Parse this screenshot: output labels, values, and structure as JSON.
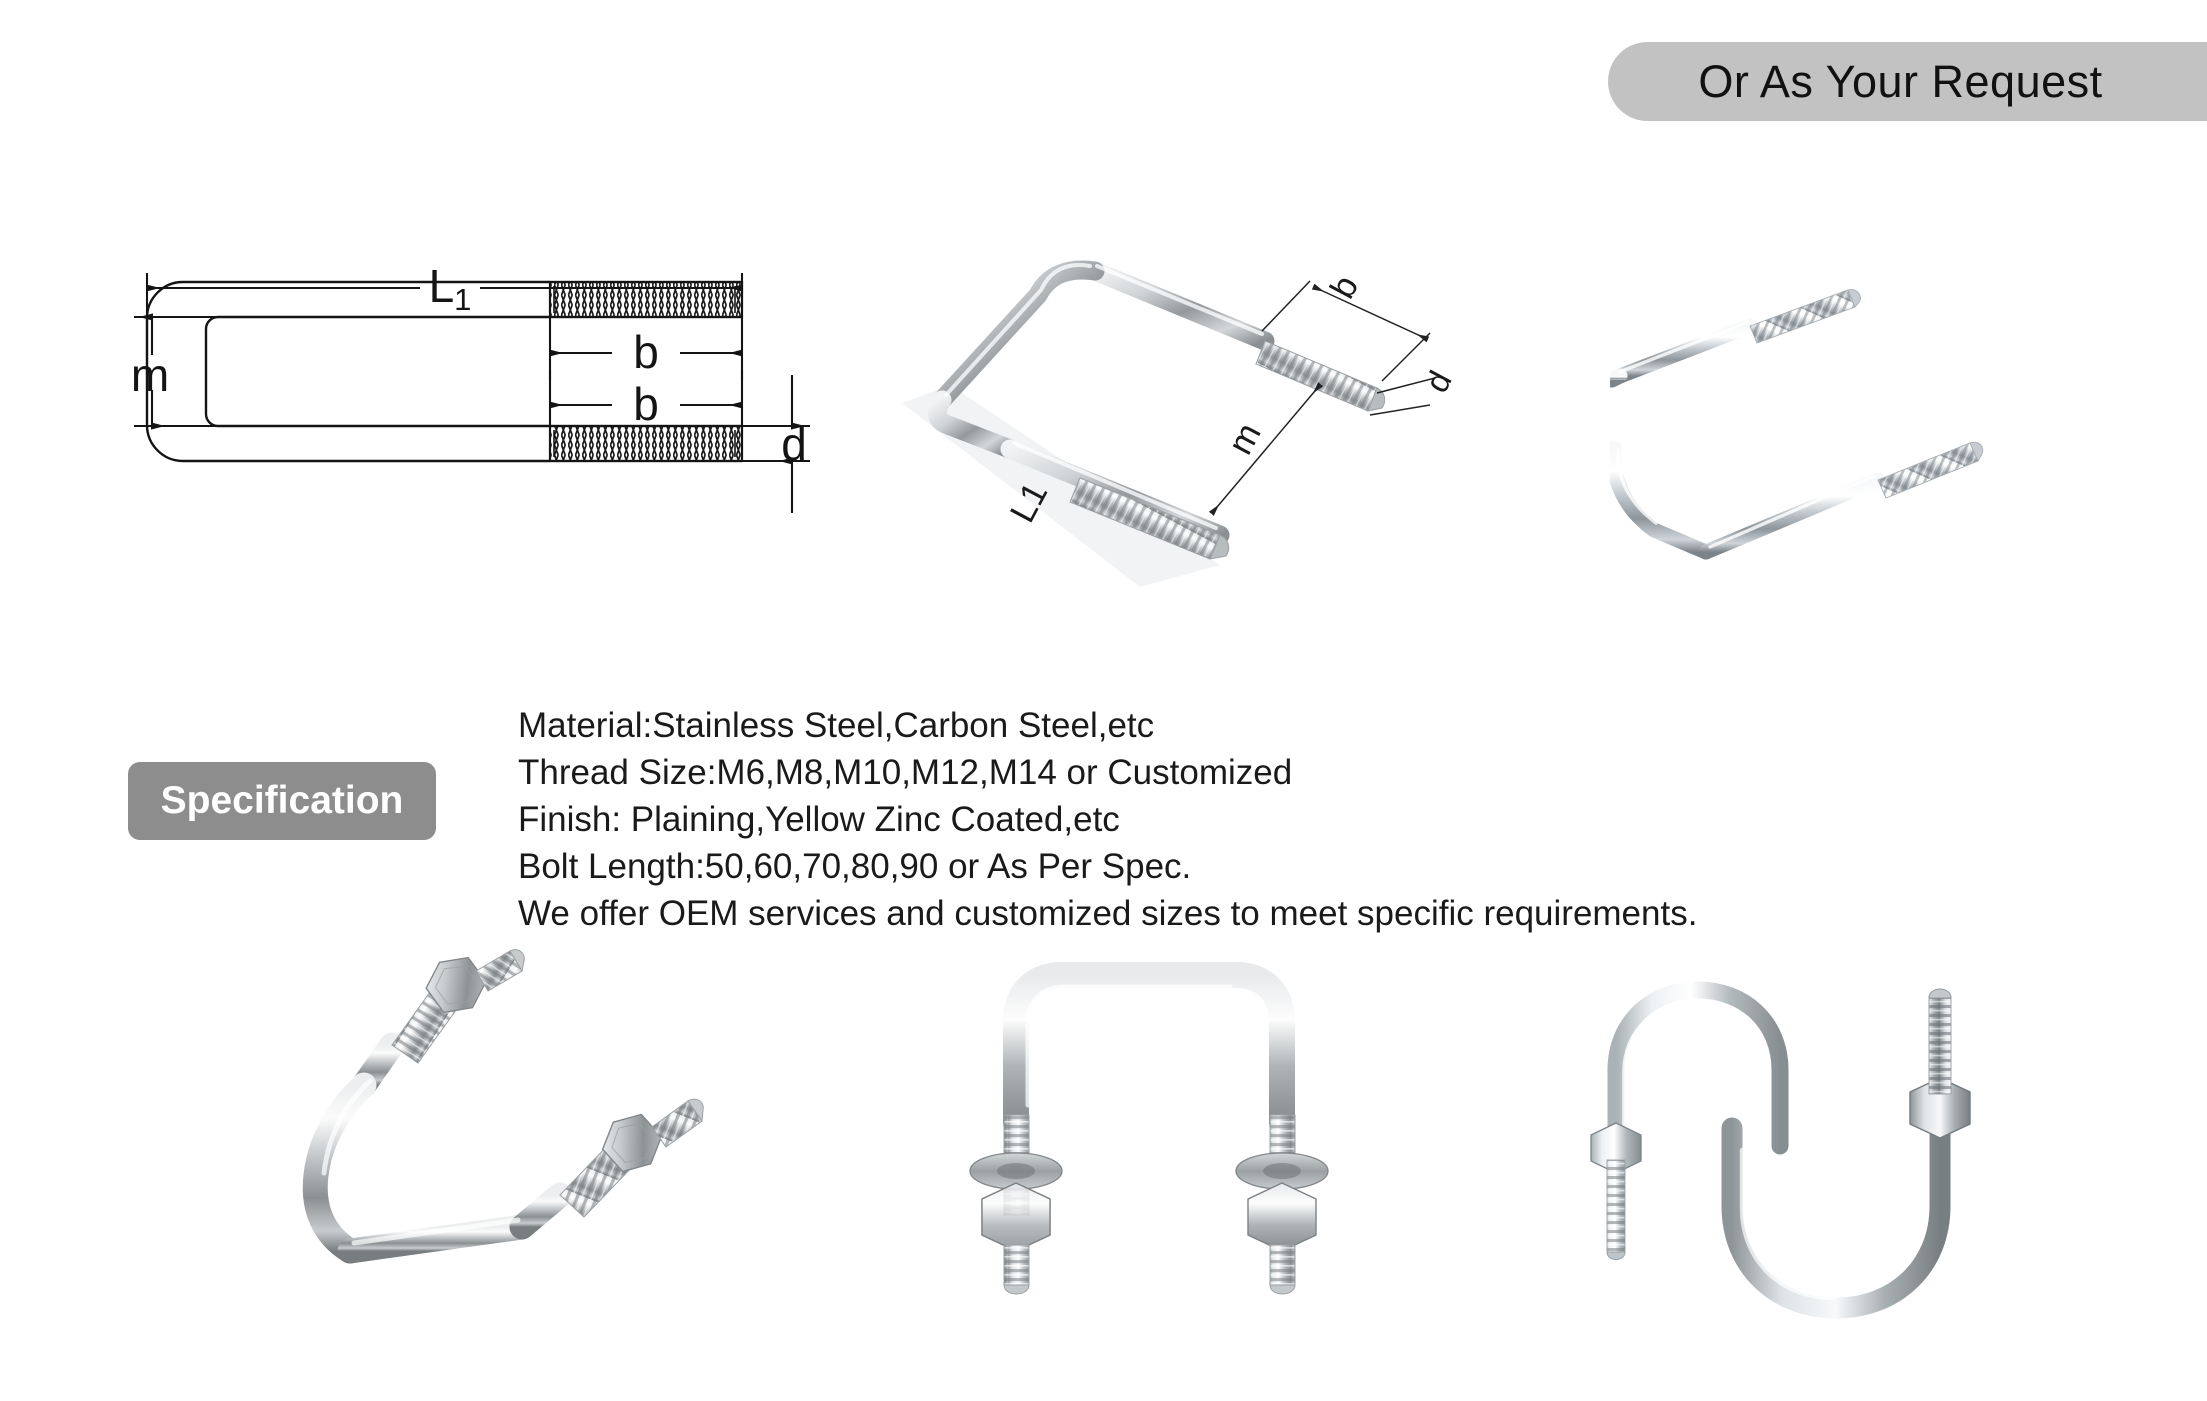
{
  "header": {
    "banner_text": "Or As Your Request",
    "banner_color": "#c2c2c2"
  },
  "specification": {
    "badge_label": "Specification",
    "badge_color": "#8d8d8d",
    "lines": [
      "Material:Stainless Steel,Carbon Steel,etc",
      "Thread Size:M6,M8,M10,M12,M14 or Customized",
      "Finish: Plaining,Yellow Zinc Coated,etc",
      "Bolt Length:50,60,70,80,90 or As Per Spec.",
      "We offer OEM services and customized sizes to meet specific requirements."
    ]
  },
  "technical_drawing": {
    "title": "square-u-bolt-dimension-drawing",
    "dimensions": {
      "overall_length": "L1",
      "overall_length_sub": "1",
      "overall_length_base": "L",
      "thread_length_top": "b",
      "thread_length_bottom": "b",
      "inner_width": "m",
      "rod_diameter": "d"
    },
    "line_color": "#141414"
  },
  "isometric_drawing": {
    "title": "square-u-bolt-isometric-dimension-render",
    "labels": {
      "thread_length": "b",
      "rod_diameter": "d",
      "inner_width": "m",
      "overall_length": "L1"
    }
  },
  "photos": [
    {
      "name": "zinc-plated-square-u-bolt",
      "finish": "Yellow Zinc Coated",
      "shape": "square",
      "hardware": "none"
    },
    {
      "name": "stainless-square-u-bolt-with-nuts-angled",
      "finish": "Stainless Steel",
      "shape": "square",
      "hardware": "hex nuts"
    },
    {
      "name": "stainless-square-u-bolt-front-with-washers-nuts",
      "finish": "Stainless Steel",
      "shape": "square",
      "hardware": "washers and hex nuts"
    },
    {
      "name": "round-bend-u-bolt-pair-with-nuts",
      "finish": "Plaining",
      "shape": "round",
      "hardware": "hex nuts"
    }
  ]
}
